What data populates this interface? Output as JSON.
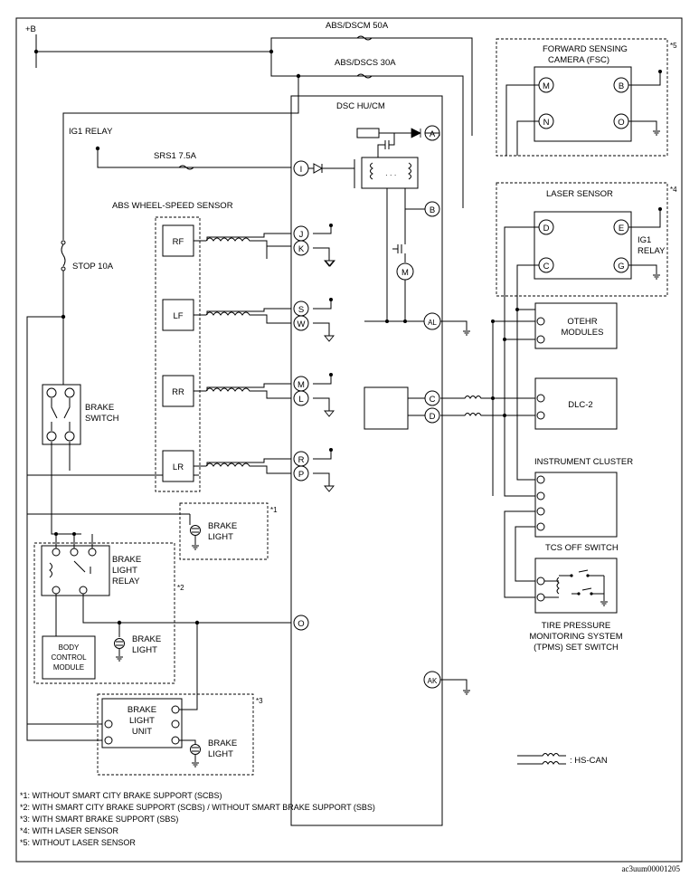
{
  "power": {
    "plus_b": "+B"
  },
  "fuses": {
    "abs_dscm": "ABS/DSCM 50A",
    "abs_dscs": "ABS/DSCS 30A",
    "srs1": "SRS1 7.5A",
    "stop": "STOP 10A"
  },
  "relays": {
    "ig1_relay": "IG1 RELAY",
    "ig1_relay_right": [
      "IG1",
      "RELAY"
    ]
  },
  "dsc": {
    "title": "DSC HU/CM",
    "motor": "M"
  },
  "dsc_pins": {
    "a": "A",
    "i": "I",
    "b": "B",
    "j": "J",
    "k": "K",
    "s": "S",
    "w": "W",
    "al": "AL",
    "m": "M",
    "l": "L",
    "c": "C",
    "d": "D",
    "r": "R",
    "p": "P",
    "o": "O",
    "ak": "AK"
  },
  "wheel_sensors": {
    "group_label": "ABS WHEEL-SPEED SENSOR",
    "rf": "RF",
    "lf": "LF",
    "rr": "RR",
    "lr": "LR"
  },
  "brake_switch": [
    "BRAKE",
    "SWITCH"
  ],
  "brake_light_relay": [
    "BRAKE",
    "LIGHT",
    "RELAY"
  ],
  "body_control_module": [
    "BODY",
    "CONTROL",
    "MODULE"
  ],
  "brake_light_unit": [
    "BRAKE",
    "LIGHT",
    "UNIT"
  ],
  "brake_light": [
    "BRAKE",
    "LIGHT"
  ],
  "fsc": {
    "title": [
      "FORWARD SENSING",
      "CAMERA (FSC)"
    ],
    "pins": {
      "m": "M",
      "b": "B",
      "n": "N",
      "o": "O"
    }
  },
  "laser": {
    "title": "LASER SENSOR",
    "pins": {
      "d": "D",
      "e": "E",
      "c": "C",
      "g": "G"
    }
  },
  "modules": {
    "other": [
      "OTEHR",
      "MODULES"
    ],
    "dlc2": "DLC-2",
    "instrument_cluster": "INSTRUMENT CLUSTER",
    "tcs_off": "TCS OFF SWITCH",
    "tpms": [
      "TIRE PRESSURE",
      "MONITORING SYSTEM",
      "(TPMS) SET SWITCH"
    ]
  },
  "marks": {
    "m1": "*1",
    "m2": "*2",
    "m3": "*3",
    "m4": "*4",
    "m5": "*5"
  },
  "legend": {
    "hs_can": ": HS-CAN"
  },
  "notes": [
    "*1: WITHOUT SMART CITY BRAKE SUPPORT (SCBS)",
    "*2: WITH SMART CITY BRAKE SUPPORT (SCBS) / WITHOUT SMART BRAKE SUPPORT (SBS)",
    "*3: WITH SMART BRAKE SUPPORT (SBS)",
    "*4: WITH LASER SENSOR",
    "*5: WITHOUT LASER SENSOR"
  ],
  "doc_id": "ac3uum00001205"
}
